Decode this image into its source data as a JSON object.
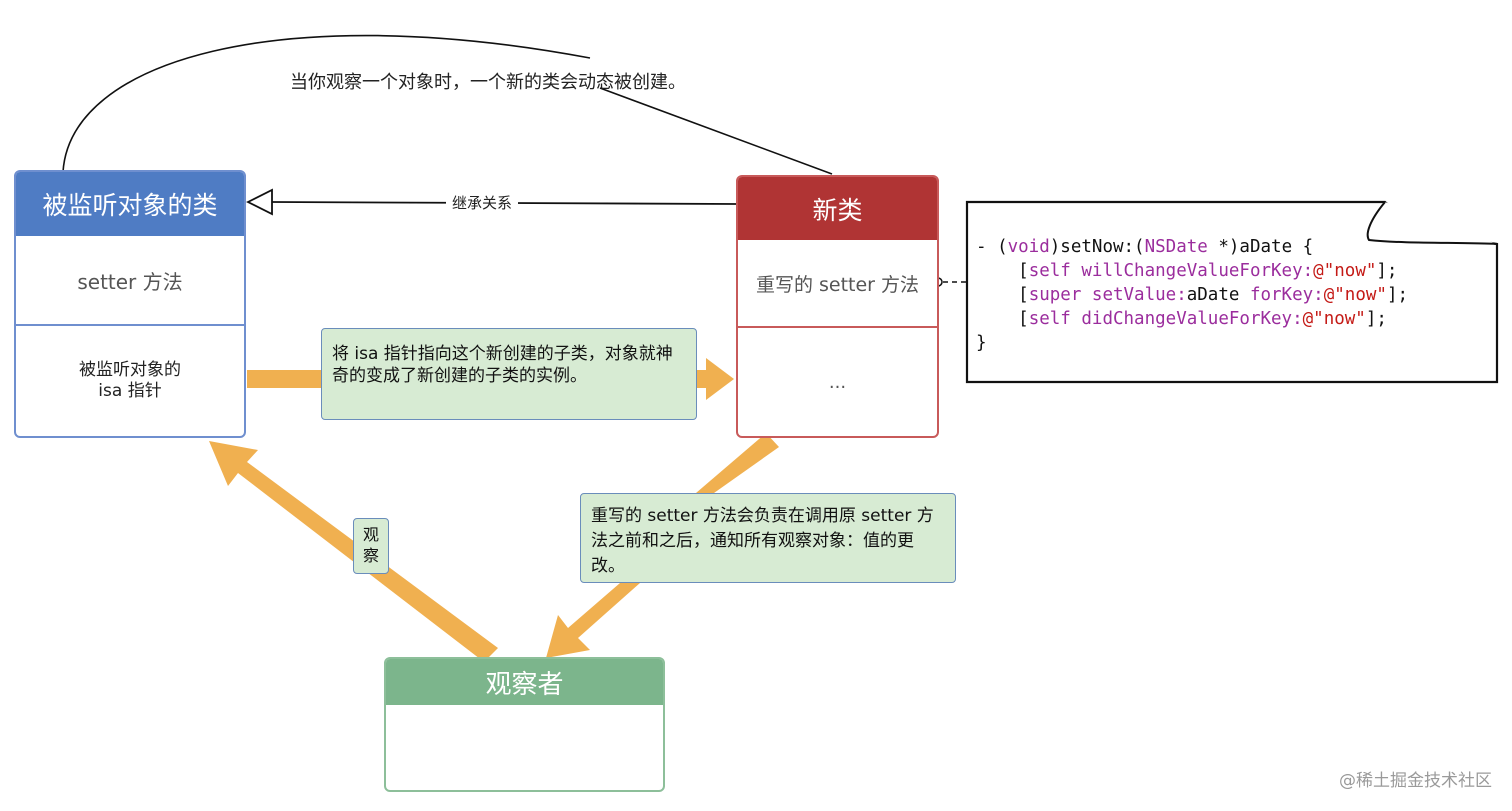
{
  "boxes": {
    "observed": {
      "title": "被监听对象的类",
      "row1": "setter 方法",
      "row2_line1": "被监听对象的",
      "row2_line2": "isa 指针"
    },
    "new_class": {
      "title": "新类",
      "row1": "重写的 setter 方法",
      "row2": "..."
    },
    "observer": {
      "title": "观察者"
    }
  },
  "labels": {
    "dynamic_created": "当你观察一个对象时，一个新的类会动态被创建。",
    "inheritance": "继承关系"
  },
  "notes": {
    "isa_pointer": "将 isa 指针指向这个新创建的子类，对象就神奇的变成了新创建的子类的实例。",
    "setter_override": "重写的 setter 方法会负责在调用原 setter 方法之前和之后，通知所有观察对象：值的更改。",
    "observe": "观察"
  },
  "code": {
    "line1_a": "- (",
    "line1_kw": "void",
    "line1_b": ")setNow:(",
    "line1_type": "NSDate",
    "line1_c": " *)aDate {",
    "line2_a": "    [",
    "line2_kw": "self willChangeValueForKey:",
    "line2_str": "@\"now\"",
    "line2_b": "];",
    "line3_a": "    [",
    "line3_kw": "super setValue:",
    "line3_mid": "aDate ",
    "line3_kw2": "forKey:",
    "line3_str": "@\"now\"",
    "line3_b": "];",
    "line4_a": "    [",
    "line4_kw": "self didChangeValueForKey:",
    "line4_str": "@\"now\"",
    "line4_b": "];",
    "line5": "}"
  },
  "colors": {
    "observed_header": "#4f7cc4",
    "new_class_header": "#b03434",
    "observer_header": "#7cb58c",
    "arrow": "#f0b050",
    "note_bg": "#d7ebd3"
  },
  "watermark": "@稀土掘金技术社区"
}
